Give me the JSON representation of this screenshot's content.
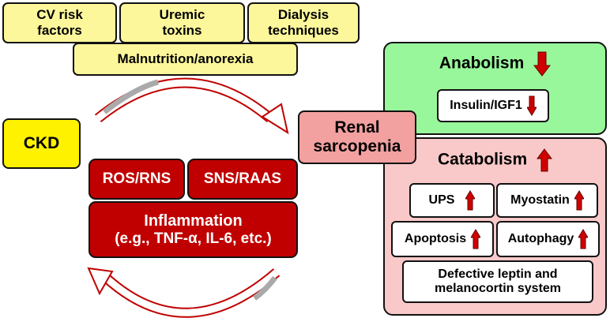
{
  "risk_factors": [
    {
      "label": "CV risk\nfactors"
    },
    {
      "label": "Uremic\ntoxins"
    },
    {
      "label": "Dialysis\ntechniques"
    }
  ],
  "malnutrition": "Malnutrition/anorexia",
  "ckd": "CKD",
  "ros_rns": "ROS/RNS",
  "sns_raas": "SNS/RAAS",
  "inflammation": {
    "title": "Inflammation",
    "examples": "(e.g., TNF-α, IL-6, etc.)"
  },
  "renal_sarcopenia": "Renal\nsarcopenia",
  "anabolism": {
    "title": "Anabolism",
    "item": "Insulin/IGF1"
  },
  "catabolism": {
    "title": "Catabolism",
    "items": [
      "UPS",
      "Myostatin",
      "Apoptosis",
      "Autophagy"
    ],
    "leptin": "Defective leptin and\nmelanocortin system"
  },
  "colors": {
    "yellow": "#fdf79b",
    "ckd_yellow": "#fff200",
    "dark_red": "#c00000",
    "arrow_red": "#d00000",
    "green": "#99f79b",
    "pink": "#f9c8c8",
    "sarcopenia_pink": "#f2a0a0"
  }
}
